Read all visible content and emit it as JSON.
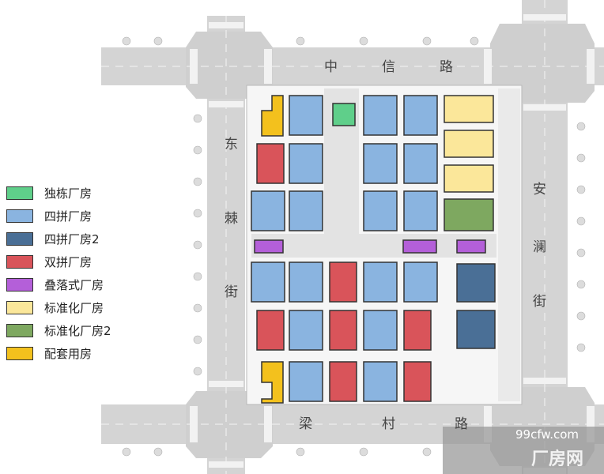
{
  "legend": [
    {
      "label": "独栋厂房",
      "color": "#5fcf8a"
    },
    {
      "label": "四拼厂房",
      "color": "#8ab4e0"
    },
    {
      "label": "四拼厂房2",
      "color": "#4a6f96"
    },
    {
      "label": "双拼厂房",
      "color": "#d9545a"
    },
    {
      "label": "叠落式厂房",
      "color": "#b45fd9"
    },
    {
      "label": "标准化厂房",
      "color": "#fbe79a"
    },
    {
      "label": "标准化厂房2",
      "color": "#7ea860"
    },
    {
      "label": "配套用房",
      "color": "#f3c11d"
    }
  ],
  "roads": {
    "north": [
      "中",
      "信",
      "路"
    ],
    "south": [
      "梁",
      "村",
      "路"
    ],
    "west": [
      "东",
      "棘",
      "街"
    ],
    "east": [
      "安",
      "澜",
      "街"
    ]
  },
  "watermark": {
    "site": "99cfw.com",
    "brand": "厂房网"
  }
}
